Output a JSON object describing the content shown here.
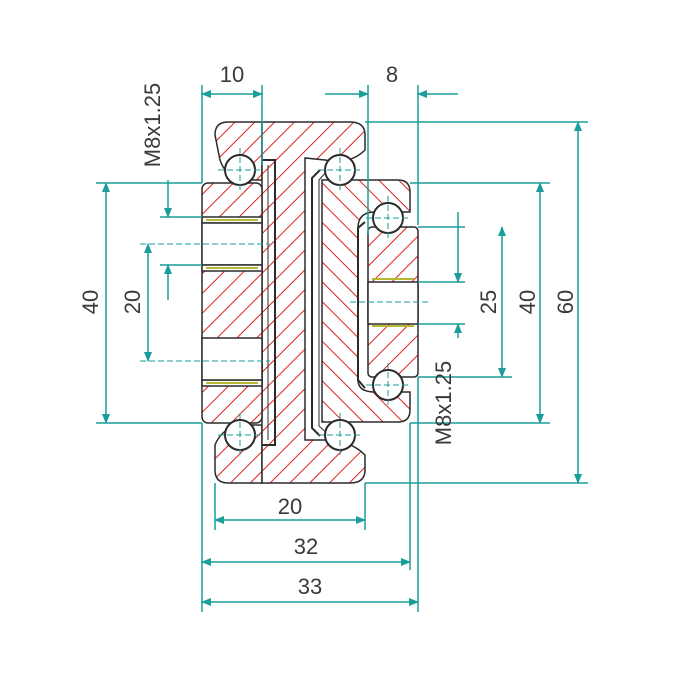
{
  "drawing": {
    "dimensions": {
      "top_left_width": "10",
      "top_right_width": "8",
      "thread_left": "M8x1.25",
      "thread_right": "M8x1.25",
      "left_height_outer": "40",
      "left_height_inner": "20",
      "right_height_small": "25",
      "right_height_mid": "40",
      "right_height_total": "60",
      "bottom_width_20": "20",
      "bottom_width_32": "32",
      "bottom_width_33": "33"
    }
  },
  "colors": {
    "dimension": "#1a9e9a",
    "outline": "#2b2b2b",
    "hatch": "#e02020",
    "ball": "#ffffff",
    "plate_accent": "#b8b830"
  }
}
